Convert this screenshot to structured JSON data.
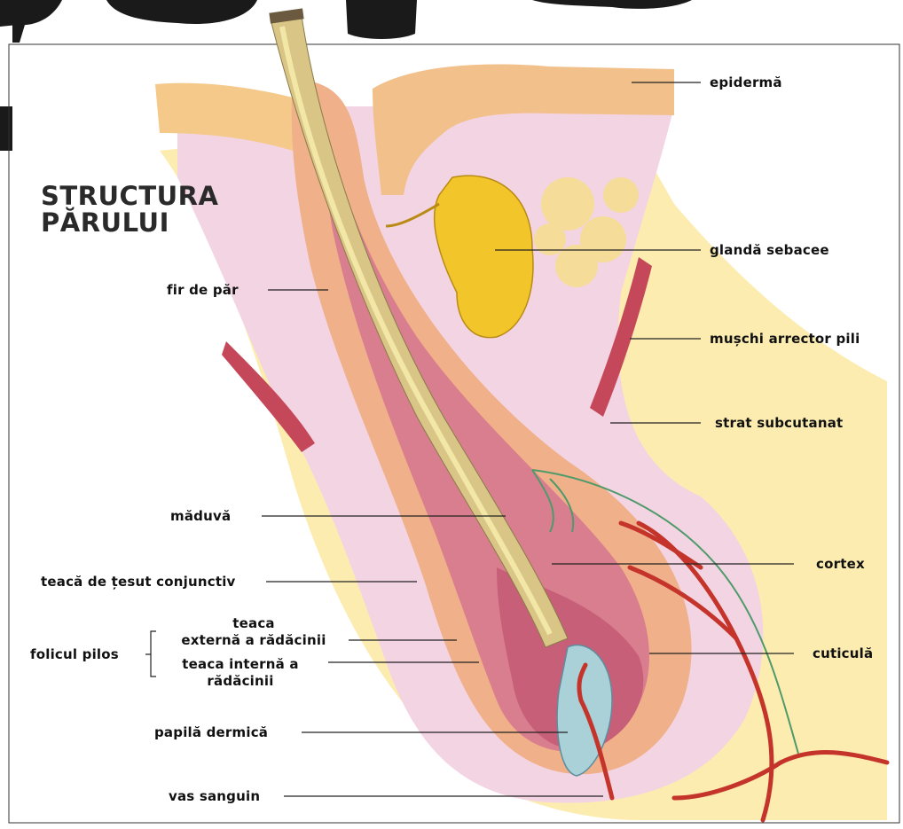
{
  "title": {
    "line1": "STRUCTURA",
    "line2": "PĂRULUI"
  },
  "labels": {
    "epiderma": "epidermă",
    "glanda_sebacee": "glandă sebacee",
    "fir_de_par": "fir de păr",
    "muschi_arrector_pili": "mușchi arrector pili",
    "strat_subcutanat": "strat subcutanat",
    "maduva": "măduvă",
    "cortex": "cortex",
    "teaca_tesut_conjunctiv": "teacă de țesut conjunctiv",
    "folicul_pilos": "folicul pilos",
    "teaca_externa_line1": "teaca",
    "teaca_externa_line2": "externă a rădăcinii",
    "teaca_interna_line1": "teaca internă a",
    "teaca_interna_line2": "rădăcinii",
    "cuticula": "cuticulă",
    "papila_dermica": "papilă dermică",
    "vas_sanguin": "vas sanguin"
  },
  "colors": {
    "epidermis": "#f4c989",
    "dermis_pink": "#f1d0e0",
    "fat_yellow": "#fbe8a0",
    "hair_shaft": "#d7c48a",
    "gland": "#f2c62a",
    "muscle": "#c5485a",
    "vessel": "#c4342b",
    "nerve": "#4e9a6a",
    "bulb_outer": "#f0b089",
    "bulb_inner": "#cf6b80"
  }
}
